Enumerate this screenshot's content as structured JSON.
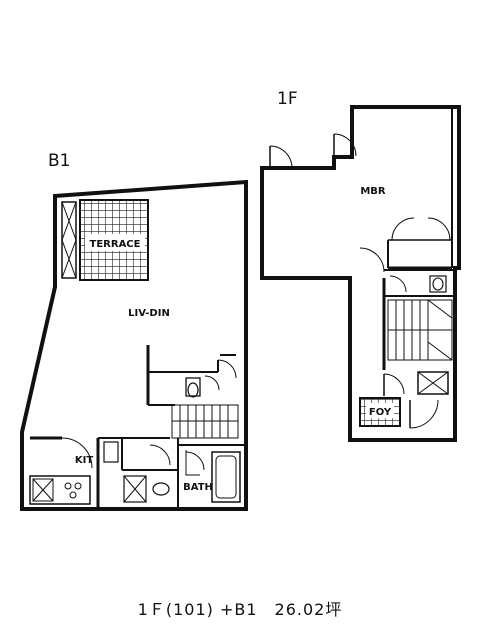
{
  "floors": {
    "b1": {
      "label": "B1",
      "rooms": {
        "terrace": "TERRACE",
        "living_dining": "LIV-DIN",
        "kitchen": "KIT",
        "bath": "BATH"
      }
    },
    "f1": {
      "label": "1F",
      "rooms": {
        "master_bedroom": "MBR",
        "foyer": "FOY"
      }
    }
  },
  "caption": "1Ｆ(101) +B1　26.02坪"
}
